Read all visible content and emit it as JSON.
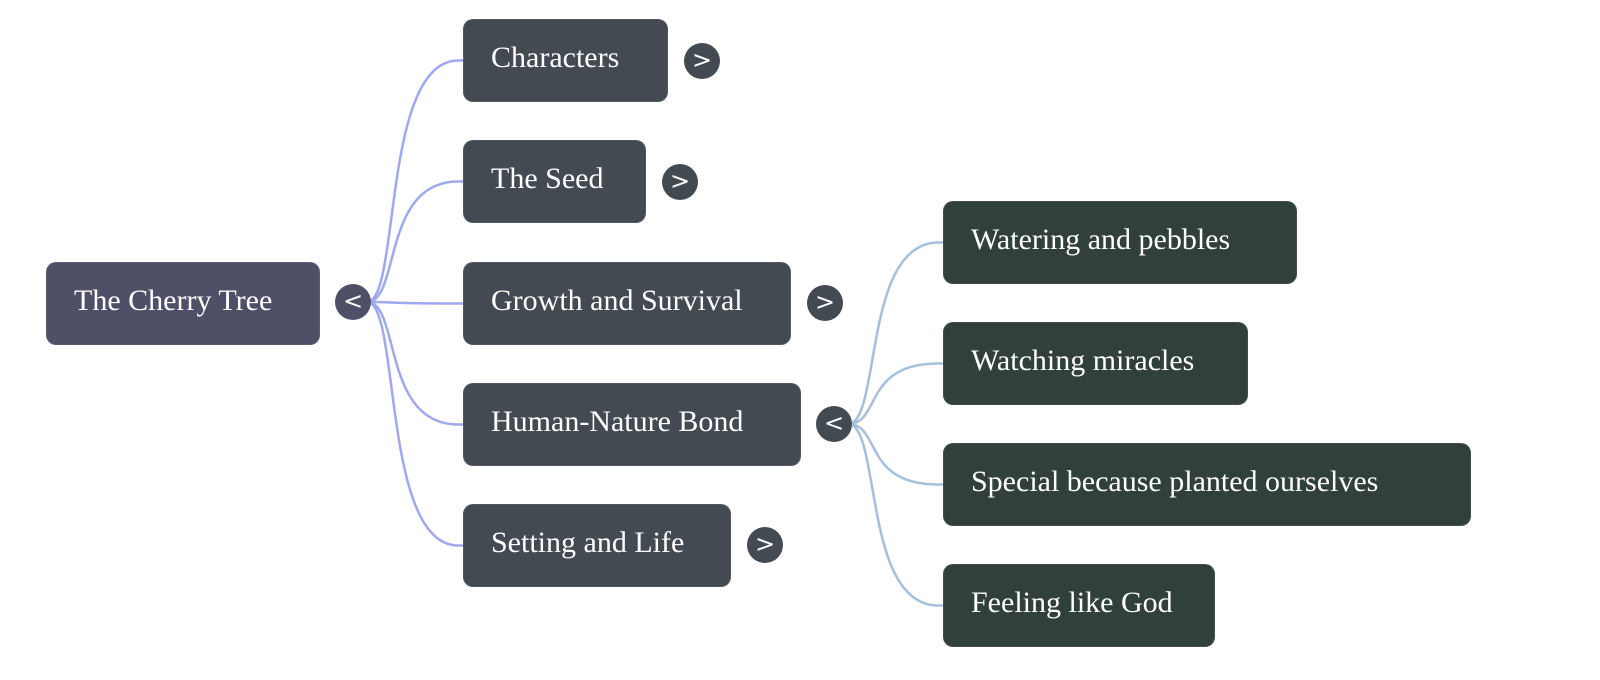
{
  "colors": {
    "root_fill": "#4f5067",
    "level1_fill": "#434a52",
    "level2_fill": "#313f3d",
    "level1_edge": "#a0a8f0",
    "level2_edge": "#a6c0dc",
    "text": "#ffffff"
  },
  "mindmap": {
    "root": {
      "label": "The Cherry Tree",
      "toggle": "<",
      "toggle_icon": "collapse-icon"
    },
    "children": [
      {
        "label": "Characters",
        "toggle": ">",
        "toggle_icon": "expand-icon",
        "expanded": false
      },
      {
        "label": "The Seed",
        "toggle": ">",
        "toggle_icon": "expand-icon",
        "expanded": false
      },
      {
        "label": "Growth and Survival",
        "toggle": ">",
        "toggle_icon": "expand-icon",
        "expanded": false
      },
      {
        "label": "Human-Nature Bond",
        "toggle": "<",
        "toggle_icon": "collapse-icon",
        "expanded": true,
        "children": [
          {
            "label": "Watering and pebbles"
          },
          {
            "label": "Watching miracles"
          },
          {
            "label": "Special because planted ourselves"
          },
          {
            "label": "Feeling like God"
          }
        ]
      },
      {
        "label": "Setting and Life",
        "toggle": ">",
        "toggle_icon": "expand-icon",
        "expanded": false
      }
    ]
  }
}
